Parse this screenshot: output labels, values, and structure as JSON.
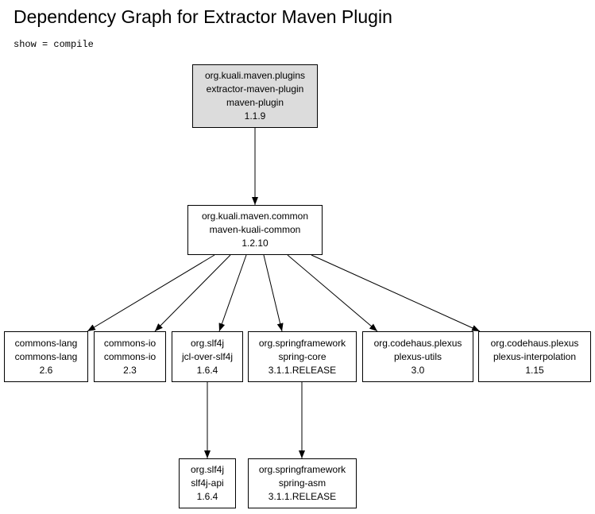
{
  "title": "Dependency Graph for Extractor Maven Plugin",
  "subtitle": "show = compile",
  "nodes": {
    "root": [
      "org.kuali.maven.plugins",
      "extractor-maven-plugin",
      "maven-plugin",
      "1.1.9"
    ],
    "common": [
      "org.kuali.maven.common",
      "maven-kuali-common",
      "1.2.10"
    ],
    "lang": [
      "commons-lang",
      "commons-lang",
      "2.6"
    ],
    "io": [
      "commons-io",
      "commons-io",
      "2.3"
    ],
    "jcl": [
      "org.slf4j",
      "jcl-over-slf4j",
      "1.6.4"
    ],
    "spring_core": [
      "org.springframework",
      "spring-core",
      "3.1.1.RELEASE"
    ],
    "plexus_utils": [
      "org.codehaus.plexus",
      "plexus-utils",
      "3.0"
    ],
    "plexus_interp": [
      "org.codehaus.plexus",
      "plexus-interpolation",
      "1.15"
    ],
    "slf4j_api": [
      "org.slf4j",
      "slf4j-api",
      "1.6.4"
    ],
    "spring_asm": [
      "org.springframework",
      "spring-asm",
      "3.1.1.RELEASE"
    ]
  },
  "edges": [
    [
      "root",
      "common"
    ],
    [
      "common",
      "lang"
    ],
    [
      "common",
      "io"
    ],
    [
      "common",
      "jcl"
    ],
    [
      "common",
      "spring_core"
    ],
    [
      "common",
      "plexus_utils"
    ],
    [
      "common",
      "plexus_interp"
    ],
    [
      "jcl",
      "slf4j_api"
    ],
    [
      "spring_core",
      "spring_asm"
    ]
  ]
}
